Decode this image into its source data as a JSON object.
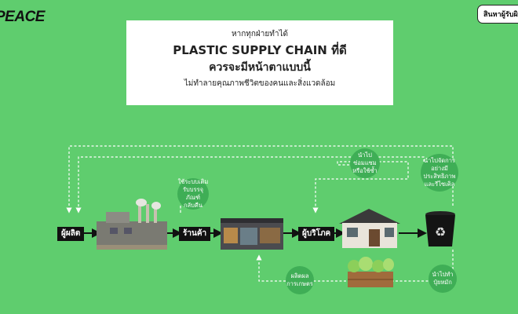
{
  "logo": {
    "text": "PEACE"
  },
  "header_button": {
    "label": "สินหาผู้รับผิด"
  },
  "title_card": {
    "line1": "หากทุกฝ่ายทำได้",
    "line2": "PLASTIC SUPPLY CHAIN ที่ดี",
    "line3": "ควรจะมีหน้าตาแบบนี้",
    "line4": "ไม่ทำลายคุณภาพชีวิตของคนและสิ่งแวดล้อม"
  },
  "stages": {
    "producer": "ผู้ผลิต",
    "store": "ร้านค้า",
    "consumer": "ผู้บริโภค"
  },
  "bubbles": {
    "deposit": "ใช้ระบบเติม\nรับบรรจุภัณฑ์\nกลับคืน",
    "repair": "นำไป\nซ่อมแซม\nหรือใช้ซ้ำ",
    "manage": "นำไปจัดการ\nอย่างมี\nประสิทธิภาพ\nและรีไซเคิล",
    "agri": "ผลิตผล\nการเกษตร",
    "compost": "นำไปทำ\nปุ๋ยหมัก"
  },
  "icons": [
    "factory-image",
    "store-image",
    "house-image",
    "recycle-bin-icon",
    "vegetable-crate-image",
    "arrow-icon"
  ],
  "colors": {
    "background": "#5fcd6e",
    "bubble": "#3fae56",
    "stage_label": "#111111",
    "dashed_line": "#ffffff"
  }
}
